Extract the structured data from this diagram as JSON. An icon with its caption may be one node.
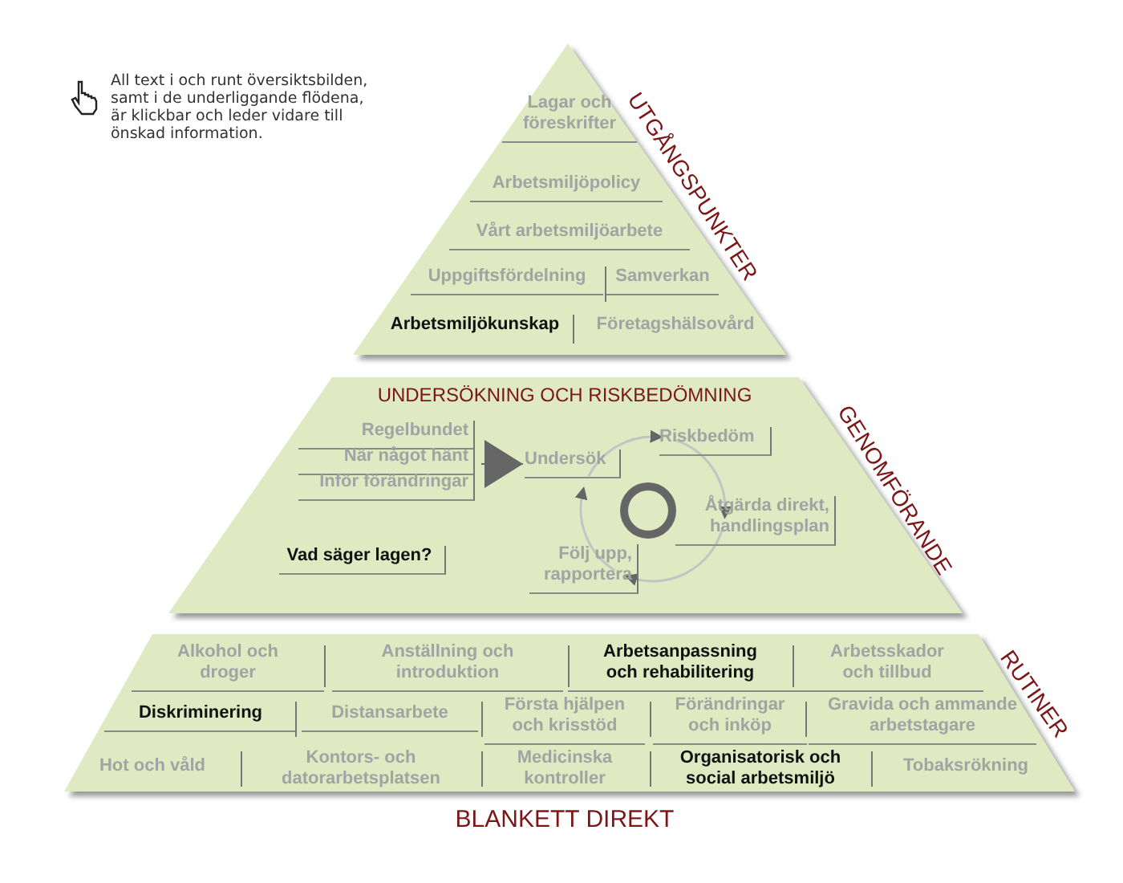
{
  "diagram": {
    "nodes": [
      {
        "text": [
          "UTGÅNGSPUNKTER"
        ]
      },
      {
        "text": [
          "GENOMFÖRANDE",
          "UNDERSÖKNING OCH RISKBEDÖMNING"
        ]
      },
      {
        "text": [
          "RUTINER"
        ]
      },
      {
        "text": [
          "Regelbundet"
        ],
        "in": 1
      },
      {
        "text": [
          "När något hänt"
        ],
        "in": 1
      },
      {
        "text": [
          "Inför förändringar"
        ],
        "in": 1
      },
      {
        "text": [
          "Undersök"
        ],
        "in": 1
      },
      {
        "text": [
          "Riskbedöm"
        ],
        "in": 1
      },
      {
        "text": [
          "Åtgärda direkt, handlingsplan"
        ],
        "in": 1
      },
      {
        "text": [
          "Följ upp, rapportera"
        ],
        "in": 1
      }
    ],
    "edges": [
      {
        "from": 3,
        "to": 6,
        "arrow": "to",
        "color": "#666666"
      },
      {
        "from": 4,
        "to": 6,
        "arrow": "to",
        "color": "#666666"
      },
      {
        "from": 5,
        "to": 6,
        "arrow": "to",
        "color": "#666666"
      },
      {
        "from": 6,
        "to": 7,
        "arrow": "to"
      },
      {
        "from": 7,
        "to": 8,
        "arrow": "to"
      },
      {
        "from": 8,
        "to": 9,
        "arrow": "to"
      },
      {
        "from": 9,
        "to": 6,
        "arrow": "to"
      }
    ],
    "labels": [
      "All text i och runt översiktsbilden, samt i de underliggande flödena, är klickbar och leder vidare till önskad information.",
      "Lagar och föreskrifter",
      "Arbetsmiljöpolicy",
      "Vårt arbetsmiljöarbete",
      "Uppgiftsfördelning",
      "Samverkan",
      "Arbetsmiljökunskap",
      "Företagshälsovård",
      "Vad säger lagen?",
      "Alkohol och droger",
      "Anställning och introduktion",
      "Arbetsanpassning och rehabilitering",
      "Arbetsskador och tillbud",
      "Diskriminering",
      "Distansarbete",
      "Första hjälpen och krisstöd",
      "Förändringar och inköp",
      "Gravida och ammande arbetstagare",
      "Hot och våld",
      "Kontors- och datorarbetsplatsen",
      "Medicinska kontroller",
      "Organisatorisk och social arbetsmiljö",
      "Tobaksrökning",
      "BLANKETT DIREKT"
    ]
  }
}
